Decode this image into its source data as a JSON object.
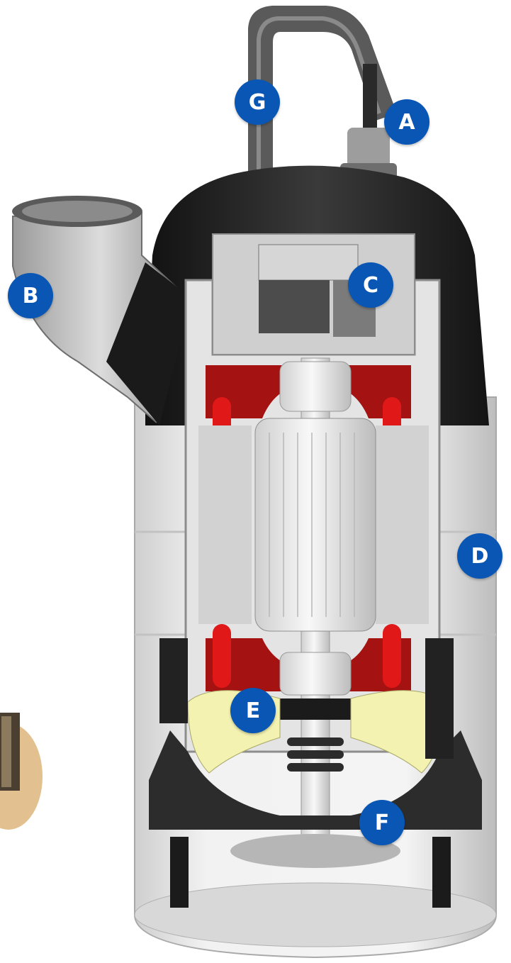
{
  "diagram": {
    "callouts": [
      {
        "id": "a",
        "letter": "A"
      },
      {
        "id": "b",
        "letter": "B"
      },
      {
        "id": "c",
        "letter": "C"
      },
      {
        "id": "d",
        "letter": "D"
      },
      {
        "id": "e",
        "letter": "E"
      },
      {
        "id": "f",
        "letter": "F"
      },
      {
        "id": "g",
        "letter": "G"
      }
    ],
    "colors": {
      "callout_blue": "#0a56b4",
      "winding_red": "#e01818",
      "impeller_yellow": "#f3f2b0",
      "housing_dark": "#1c1c1c",
      "housing_light": "#e6e6e6"
    }
  }
}
